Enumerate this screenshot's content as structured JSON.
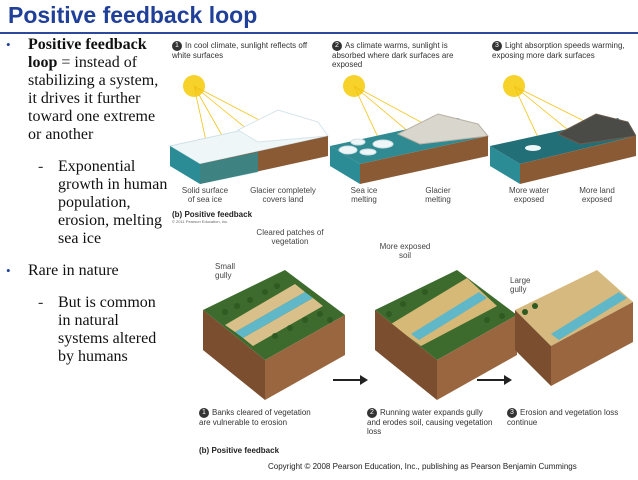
{
  "title": "Positive feedback loop",
  "bullet1": {
    "strong": "Positive feedback loop",
    "rest": " = instead of stabilizing a system, it drives it further toward one extreme or another"
  },
  "sub1": "Exponential growth in human population, erosion, melting sea ice",
  "bullet2": "Rare in nature",
  "sub2": "But is common in natural systems altered by humans",
  "top": {
    "steps": [
      "In cool climate, sunlight reflects off white surfaces",
      "As climate warms, sunlight is absorbed where dark surfaces are exposed",
      "Light absorption speeds warming, exposing more dark surfaces"
    ],
    "captions": [
      "Solid surface of sea ice",
      "Glacier completely covers land",
      "Sea ice melting",
      "Glacier melting",
      "More water exposed",
      "More land exposed"
    ],
    "label": "(b) Positive feedback",
    "credit": "© 2011 Pearson Education, Inc."
  },
  "bottom": {
    "callouts": [
      "Cleared patches of vegetation",
      "Small gully",
      "More exposed soil",
      "Large gully"
    ],
    "steps": [
      "Banks cleared of vegetation are vulnerable to erosion",
      "Running water expands gully and erodes soil, causing vegetation loss",
      "Erosion and vegetation loss continue"
    ],
    "label": "(b) Positive feedback"
  },
  "copyright": "Copyright © 2008 Pearson Education, Inc., publishing as Pearson Benjamin Cummings",
  "colors": {
    "title": "#1f3f99",
    "water": "#2b8c96",
    "ice": "#e8f3f6",
    "soil": "#8a5a35",
    "forest": "#3d6b2e",
    "sun": "#f6d22a"
  }
}
